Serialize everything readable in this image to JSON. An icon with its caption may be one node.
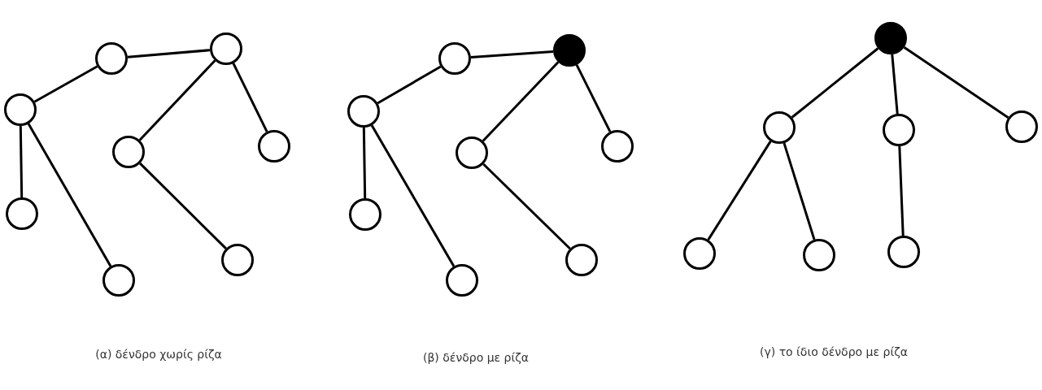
{
  "diagram": {
    "nodes": [
      {
        "text": [],
        "shape": "circle"
      },
      {
        "text": [],
        "shape": "circle"
      },
      {
        "text": [],
        "shape": "circle"
      },
      {
        "text": [],
        "shape": "circle"
      },
      {
        "text": [],
        "shape": "circle"
      },
      {
        "text": [],
        "shape": "circle"
      },
      {
        "text": [],
        "shape": "circle"
      },
      {
        "text": [],
        "shape": "circle"
      },
      {
        "text": [],
        "shape": "circle"
      },
      {
        "text": [],
        "shape": "disc"
      },
      {
        "text": [],
        "shape": "circle"
      },
      {
        "text": [],
        "shape": "circle"
      },
      {
        "text": [],
        "shape": "circle"
      },
      {
        "text": [],
        "shape": "circle"
      },
      {
        "text": [],
        "shape": "circle"
      },
      {
        "text": [],
        "shape": "circle"
      },
      {
        "text": [],
        "shape": "disc"
      },
      {
        "text": [],
        "shape": "circle"
      },
      {
        "text": [],
        "shape": "circle"
      },
      {
        "text": [],
        "shape": "circle"
      },
      {
        "text": [],
        "shape": "circle"
      },
      {
        "text": [],
        "shape": "circle"
      },
      {
        "text": [],
        "shape": "circle"
      }
    ],
    "edges": [
      {
        "from": 0,
        "to": 1,
        "arrow": "none"
      },
      {
        "from": 0,
        "to": 2,
        "arrow": "none"
      },
      {
        "from": 1,
        "to": 3,
        "arrow": "none"
      },
      {
        "from": 1,
        "to": 4,
        "arrow": "none"
      },
      {
        "from": 2,
        "to": 5,
        "arrow": "none"
      },
      {
        "from": 2,
        "to": 6,
        "arrow": "none"
      },
      {
        "from": 3,
        "to": 7,
        "arrow": "none"
      },
      {
        "from": 8,
        "to": 9,
        "arrow": "none"
      },
      {
        "from": 8,
        "to": 10,
        "arrow": "none"
      },
      {
        "from": 9,
        "to": 11,
        "arrow": "none"
      },
      {
        "from": 9,
        "to": 12,
        "arrow": "none"
      },
      {
        "from": 10,
        "to": 13,
        "arrow": "none"
      },
      {
        "from": 10,
        "to": 14,
        "arrow": "none"
      },
      {
        "from": 11,
        "to": 15,
        "arrow": "none"
      },
      {
        "from": 16,
        "to": 17,
        "arrow": "none"
      },
      {
        "from": 16,
        "to": 18,
        "arrow": "none"
      },
      {
        "from": 16,
        "to": 19,
        "arrow": "none"
      },
      {
        "from": 17,
        "to": 20,
        "arrow": "none"
      },
      {
        "from": 17,
        "to": 21,
        "arrow": "none"
      },
      {
        "from": 18,
        "to": 22,
        "arrow": "none"
      }
    ],
    "labels": [
      "(α) δένδρο χωρίς ρίζα",
      "(β) δένδρο με ρίζα",
      "(γ) το ίδιο δένδρο με ρίζα"
    ]
  }
}
